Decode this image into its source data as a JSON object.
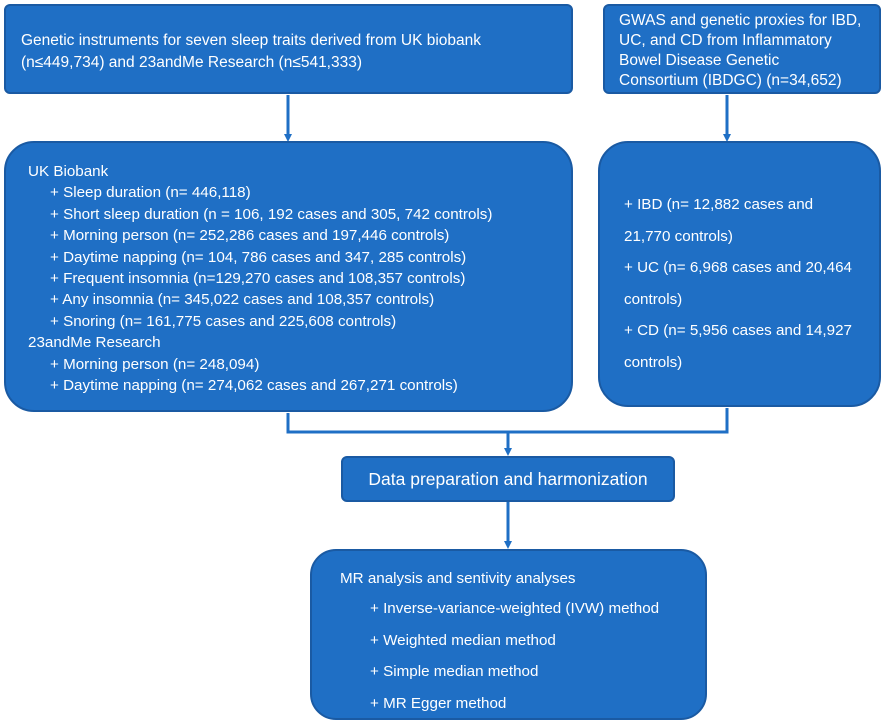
{
  "boxes": {
    "sleep_instruments": {
      "lines": [
        "Genetic instruments for seven sleep traits derived from UK biobank",
        "(n≤449,734) and 23andMe Research (n≤541,333)"
      ]
    },
    "ibd_gwas": {
      "lines": [
        "GWAS and genetic proxies for IBD,",
        "UC, and CD from Inflammatory",
        "Bowel Disease Genetic",
        "Consortium (IBDGC) (n=34,652)"
      ]
    },
    "sleep_traits": {
      "uk_biobank_heading": "UK Biobank",
      "uk_biobank_items": [
        "+ Sleep duration (n= 446,118)",
        "+ Short sleep duration (n = 106, 192 cases and 305, 742 controls)",
        "+ Morning person (n= 252,286 cases and 197,446 controls)",
        "+ Daytime napping (n= 104, 786 cases and 347, 285 controls)",
        "+ Frequent insomnia (n=129,270 cases and 108,357 controls)",
        "+ Any insomnia (n= 345,022 cases and 108,357 controls)",
        "+ Snoring (n= 161,775 cases and 225,608 controls)"
      ],
      "research_heading": "23andMe Research",
      "research_items": [
        "+ Morning person (n= 248,094)",
        "+ Daytime napping (n= 274,062 cases and 267,271 controls)"
      ]
    },
    "ibd_outcomes": {
      "lines": [
        "+ IBD (n= 12,882 cases and",
        "21,770 controls)",
        "+ UC (n= 6,968 cases and 20,464",
        "controls)",
        "+ CD (n= 5,956 cases and 14,927",
        "controls)"
      ]
    },
    "data_prep": {
      "label": "Data preparation and harmonization"
    },
    "mr_analysis": {
      "heading": "MR analysis and sentivity analyses",
      "items": [
        "+ Inverse-variance-weighted (IVW) method",
        "+ Weighted median method",
        "+ Simple median method",
        "+ MR Egger method"
      ]
    }
  },
  "colors": {
    "box_fill": "#1f6fc5",
    "box_border": "#1a5aa3",
    "text": "#ffffff",
    "connector": "#1f6fc5"
  }
}
